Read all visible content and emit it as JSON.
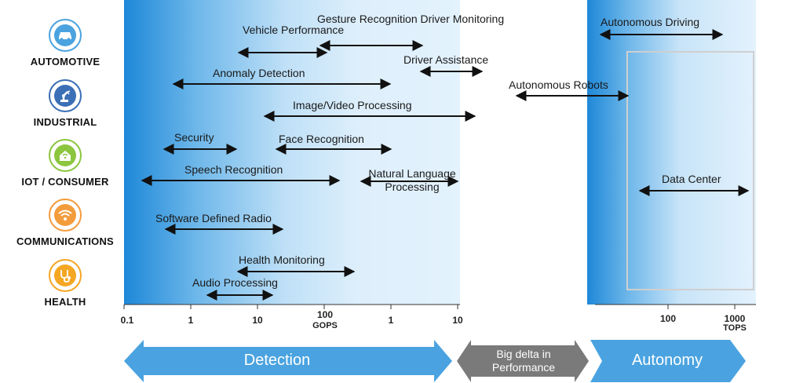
{
  "sectors": [
    {
      "name": "AUTOMOTIVE",
      "icon": "car-icon",
      "color": "#4aa3df"
    },
    {
      "name": "INDUSTRIAL",
      "icon": "robot-arm-icon",
      "color": "#3b6fb6"
    },
    {
      "name": "IOT / CONSUMER",
      "icon": "smart-home-icon",
      "color": "#8cc63f"
    },
    {
      "name": "COMMUNICATIONS",
      "icon": "wifi-icon",
      "color": "#f39c3c"
    },
    {
      "name": "HEALTH",
      "icon": "stethoscope-icon",
      "color": "#f5a623"
    }
  ],
  "applications": [
    {
      "label": "Vehicle Performance"
    },
    {
      "label": "Gesture Recognition Driver Monitoring"
    },
    {
      "label": "Driver Assistance"
    },
    {
      "label": "Anomaly Detection"
    },
    {
      "label": "Autonomous Robots"
    },
    {
      "label": "Image/Video Processing"
    },
    {
      "label": "Security"
    },
    {
      "label": "Face Recognition"
    },
    {
      "label": "Speech Recognition"
    },
    {
      "label": "Natural Language Processing"
    },
    {
      "label": "Software Defined Radio"
    },
    {
      "label": "Health Monitoring"
    },
    {
      "label": "Audio Processing"
    },
    {
      "label": "Autonomous Driving"
    },
    {
      "label": "Data Center"
    }
  ],
  "axis": {
    "gops_ticks": [
      "0.1",
      "1",
      "10",
      "100",
      "1",
      "10"
    ],
    "gops_unit": "GOPS",
    "tops_ticks": [
      "100",
      "1000"
    ],
    "tops_unit": "TOPS"
  },
  "phases": {
    "detection": "Detection",
    "delta": "Big delta in Performance",
    "autonomy": "Autonomy"
  },
  "colors": {
    "panel_dark": "#1e88d8",
    "panel_light": "#e3f2fd",
    "big_arrow": "#4aa3e0",
    "delta_arrow": "#7a7a7a"
  }
}
